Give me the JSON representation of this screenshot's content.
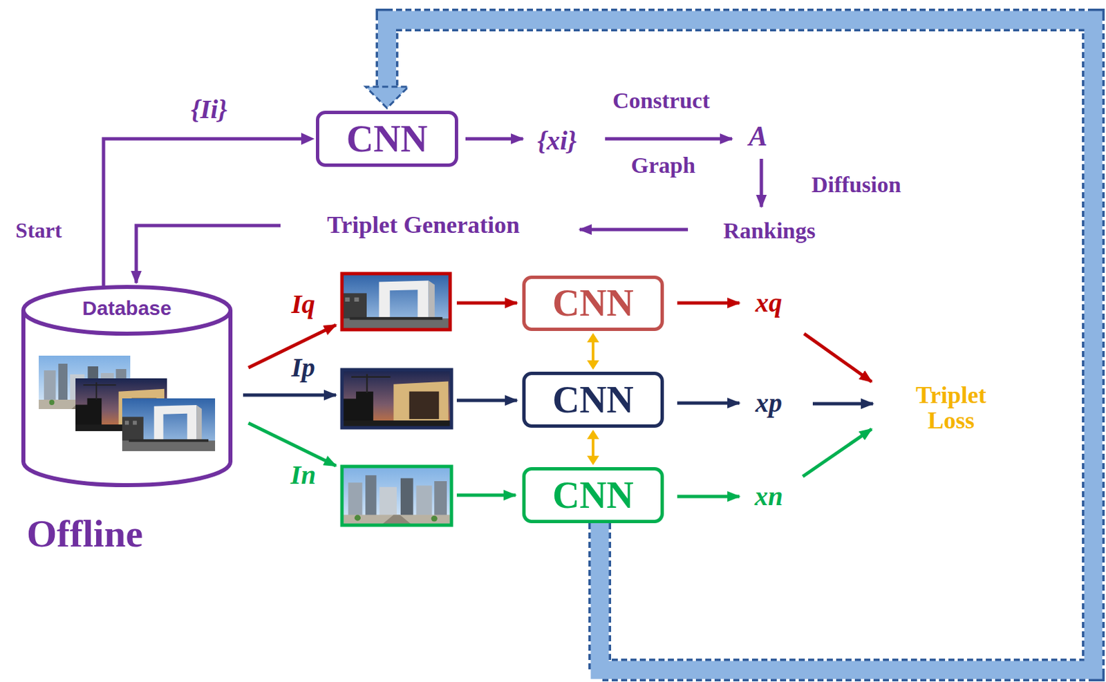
{
  "diagram": {
    "nodes": [
      {
        "text": [
          "CNN"
        ]
      },
      {
        "text": [
          "Database"
        ]
      },
      {
        "text": [
          "CNN"
        ]
      },
      {
        "text": [
          "CNN"
        ]
      },
      {
        "text": [
          "CNN"
        ]
      }
    ],
    "edges": [
      {
        "from": 1,
        "to": 0,
        "arrow": "to",
        "label": "{Ii}"
      },
      {
        "from": 2,
        "to": 3,
        "arrow": "both"
      },
      {
        "from": 3,
        "to": 4,
        "arrow": "both"
      },
      {
        "from": 4,
        "to": 0,
        "arrow": "to"
      }
    ],
    "labels": [
      "Start",
      "{xi}",
      "Construct",
      "Graph",
      "A",
      "Diffusion",
      "Triplet Generation",
      "Rankings",
      "Iq",
      "xq",
      "Ip",
      "xp",
      "In",
      "xn",
      "Triplet Loss",
      "Offline"
    ]
  }
}
